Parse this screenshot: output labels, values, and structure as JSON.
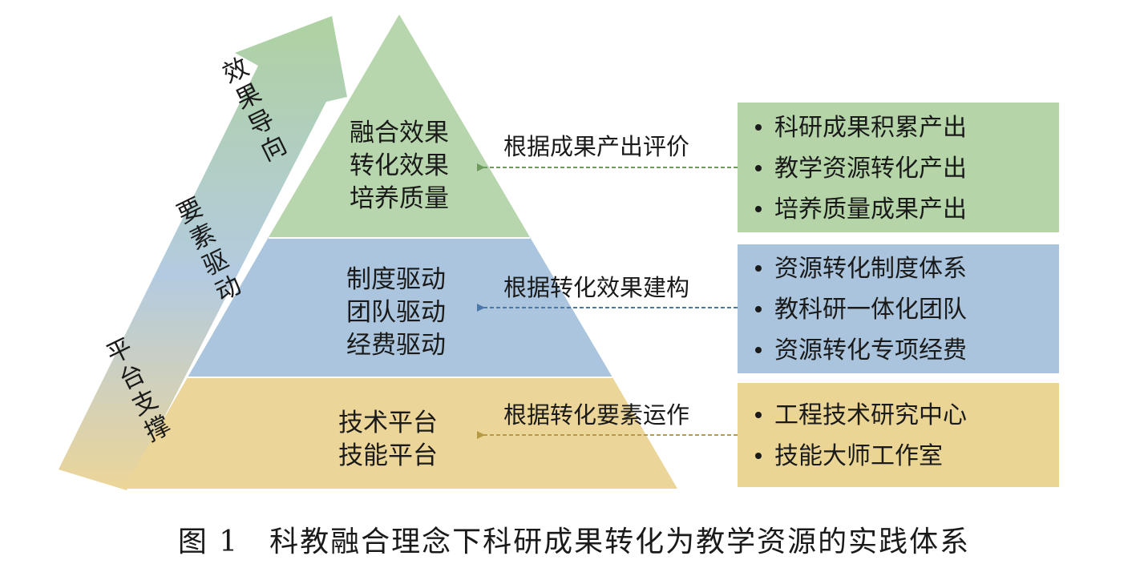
{
  "colors": {
    "top": "#b8d6ad",
    "middle": "#aac5dd",
    "bottom": "#ecd598",
    "box_top": "#b5d5a9",
    "box_middle": "#a9c4dc",
    "box_bottom": "#ebd594",
    "arrow_top": "#6e9a5e",
    "arrow_middle": "#4a78a8",
    "arrow_bottom": "#b89a45"
  },
  "side_arrow": {
    "groups": [
      "效果导向",
      "要素驱动",
      "平台支撑"
    ]
  },
  "tiers": [
    {
      "lines": [
        "融合效果",
        "转化效果",
        "培养质量"
      ],
      "arrow_label": "根据成果产出评价",
      "box_items": [
        "科研成果积累产出",
        "教学资源转化产出",
        "培养质量成果产出"
      ]
    },
    {
      "lines": [
        "制度驱动",
        "团队驱动",
        "经费驱动"
      ],
      "arrow_label": "根据转化效果建构",
      "box_items": [
        "资源转化制度体系",
        "教科研一体化团队",
        "资源转化专项经费"
      ]
    },
    {
      "lines": [
        "技术平台",
        "技能平台"
      ],
      "arrow_label": "根据转化要素运作",
      "box_items": [
        "工程技术研究中心",
        "技能大师工作室"
      ]
    }
  ],
  "caption": "图 1　科教融合理念下科研成果转化为教学资源的实践体系"
}
